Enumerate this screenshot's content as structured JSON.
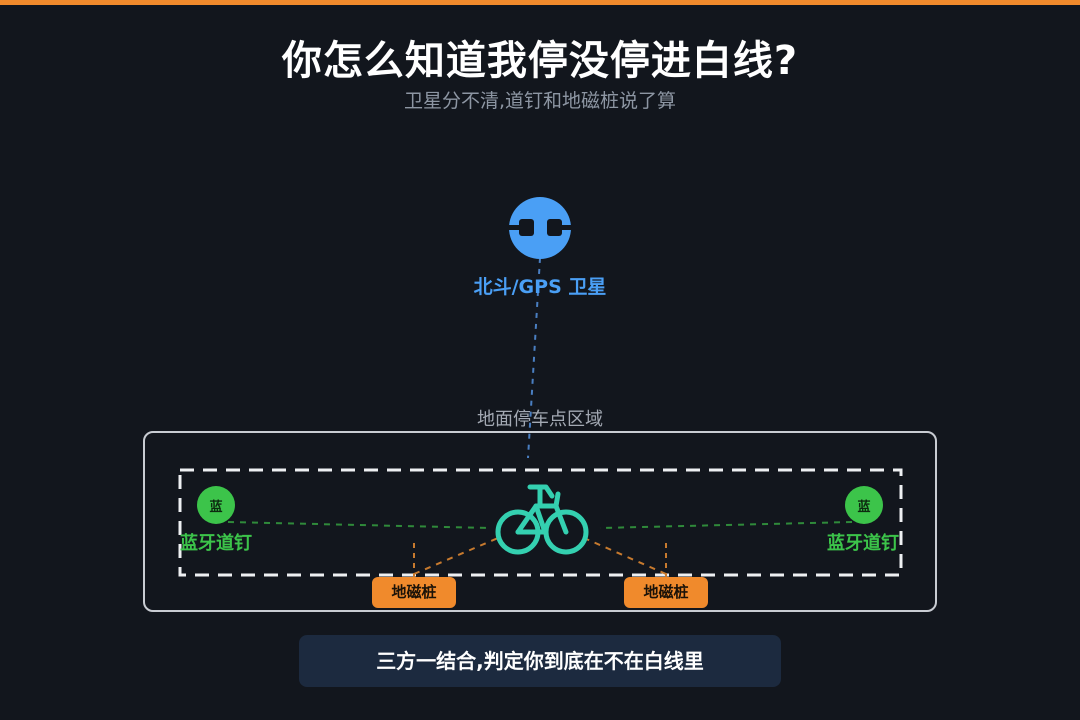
{
  "header": {
    "title": "你怎么知道我停没停进白线?",
    "subtitle": "卫星分不清,道钉和地磁桩说了算"
  },
  "satellite": {
    "label": "北斗/GPS 卫星",
    "icon": "satellite-icon",
    "color": "#4a9ff5"
  },
  "parking_zone": {
    "label": "地面停车点区域"
  },
  "beacons": {
    "left": {
      "dot_text": "蓝",
      "label": "蓝牙道钉"
    },
    "right": {
      "dot_text": "蓝",
      "label": "蓝牙道钉"
    },
    "color": "#3cc44a"
  },
  "magnetic_posts": {
    "left": {
      "label": "地磁桩"
    },
    "right": {
      "label": "地磁桩"
    },
    "color": "#f08a2c"
  },
  "bike": {
    "icon": "bicycle-icon",
    "color": "#34d0b0"
  },
  "conclusion": {
    "text": "三方一结合,判定你到底在不在白线里"
  }
}
